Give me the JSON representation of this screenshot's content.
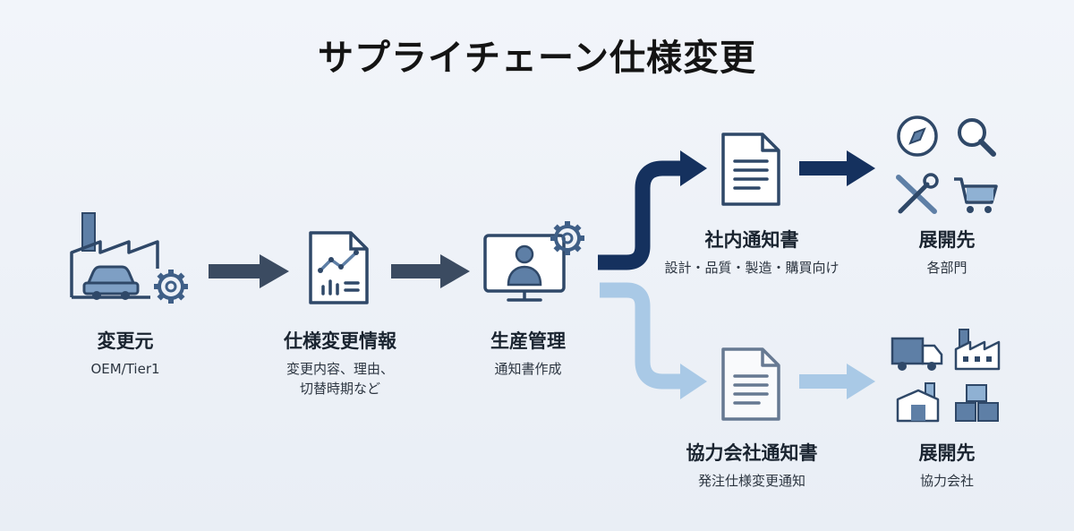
{
  "title": "サプライチェーン仕様変更",
  "nodes": {
    "source": {
      "label": "変更元",
      "sub": "OEM/Tier1"
    },
    "spec_info": {
      "label": "仕様変更情報",
      "sub_line1": "変更内容、理由、",
      "sub_line2": "切替時期など"
    },
    "production": {
      "label": "生産管理",
      "sub": "通知書作成"
    },
    "internal_notice": {
      "label": "社内通知書",
      "sub": "設計・品質・製造・購買向け"
    },
    "internal_dest": {
      "label": "展開先",
      "sub": "各部門"
    },
    "partner_notice": {
      "label": "協力会社通知書",
      "sub": "発注仕様変更通知"
    },
    "partner_dest": {
      "label": "展開先",
      "sub": "協力会社"
    }
  },
  "colors": {
    "dark_navy": "#15315e",
    "arrow_gray": "#3b4b61",
    "light_blue": "#a9c9e6",
    "icon_stroke": "#2f4868",
    "icon_fill": "#5e7fa6",
    "icon_light": "#8fb1d3"
  },
  "icons": {
    "source": "factory-car-gear-icon",
    "spec_info": "document-chart-icon",
    "production": "monitor-user-gear-icon",
    "internal_notice": "document-icon",
    "internal_dest": [
      "compass-icon",
      "magnifier-icon",
      "tools-icon",
      "cart-icon"
    ],
    "partner_notice": "document-icon",
    "partner_dest": [
      "truck-icon",
      "factory-icon",
      "warehouse-icon",
      "boxes-icon"
    ]
  }
}
